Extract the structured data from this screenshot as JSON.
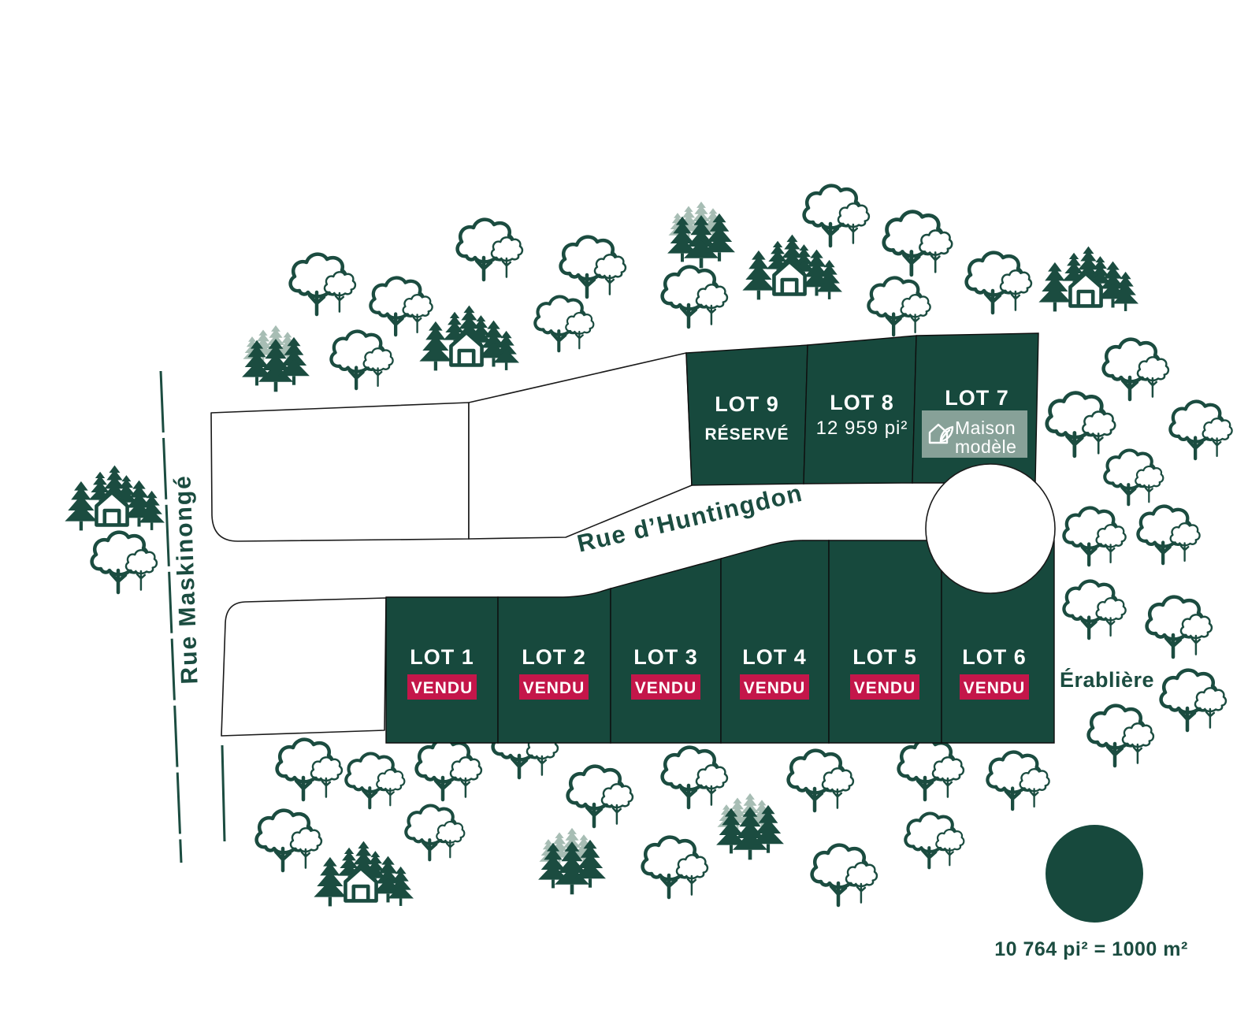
{
  "streets": {
    "left_street": "Rue Maskinongé",
    "main_street": "Rue d’Huntingdon"
  },
  "area_label": "Érablière",
  "legend": {
    "scale_text": "10 764 pi² = 1000 m²"
  },
  "lots": {
    "top": [
      {
        "name": "LOT 9",
        "note": "RÉSERVÉ"
      },
      {
        "name": "LOT 8",
        "area": "12 959 pi²"
      },
      {
        "name": "LOT 7",
        "model_line1": "Maison",
        "model_line2": "modèle"
      }
    ],
    "bottom": [
      {
        "name": "LOT 1",
        "status": "VENDU"
      },
      {
        "name": "LOT 2",
        "status": "VENDU"
      },
      {
        "name": "LOT 3",
        "status": "VENDU"
      },
      {
        "name": "LOT 4",
        "status": "VENDU"
      },
      {
        "name": "LOT 5",
        "status": "VENDU"
      },
      {
        "name": "LOT 6",
        "status": "VENDU"
      }
    ]
  },
  "colors": {
    "lot_green": "#17493d",
    "sold_red": "#c4164a",
    "tree_green": "#1b4c40",
    "light_sage": "#a7bdb4",
    "model_badge_sage": "#87a198"
  }
}
